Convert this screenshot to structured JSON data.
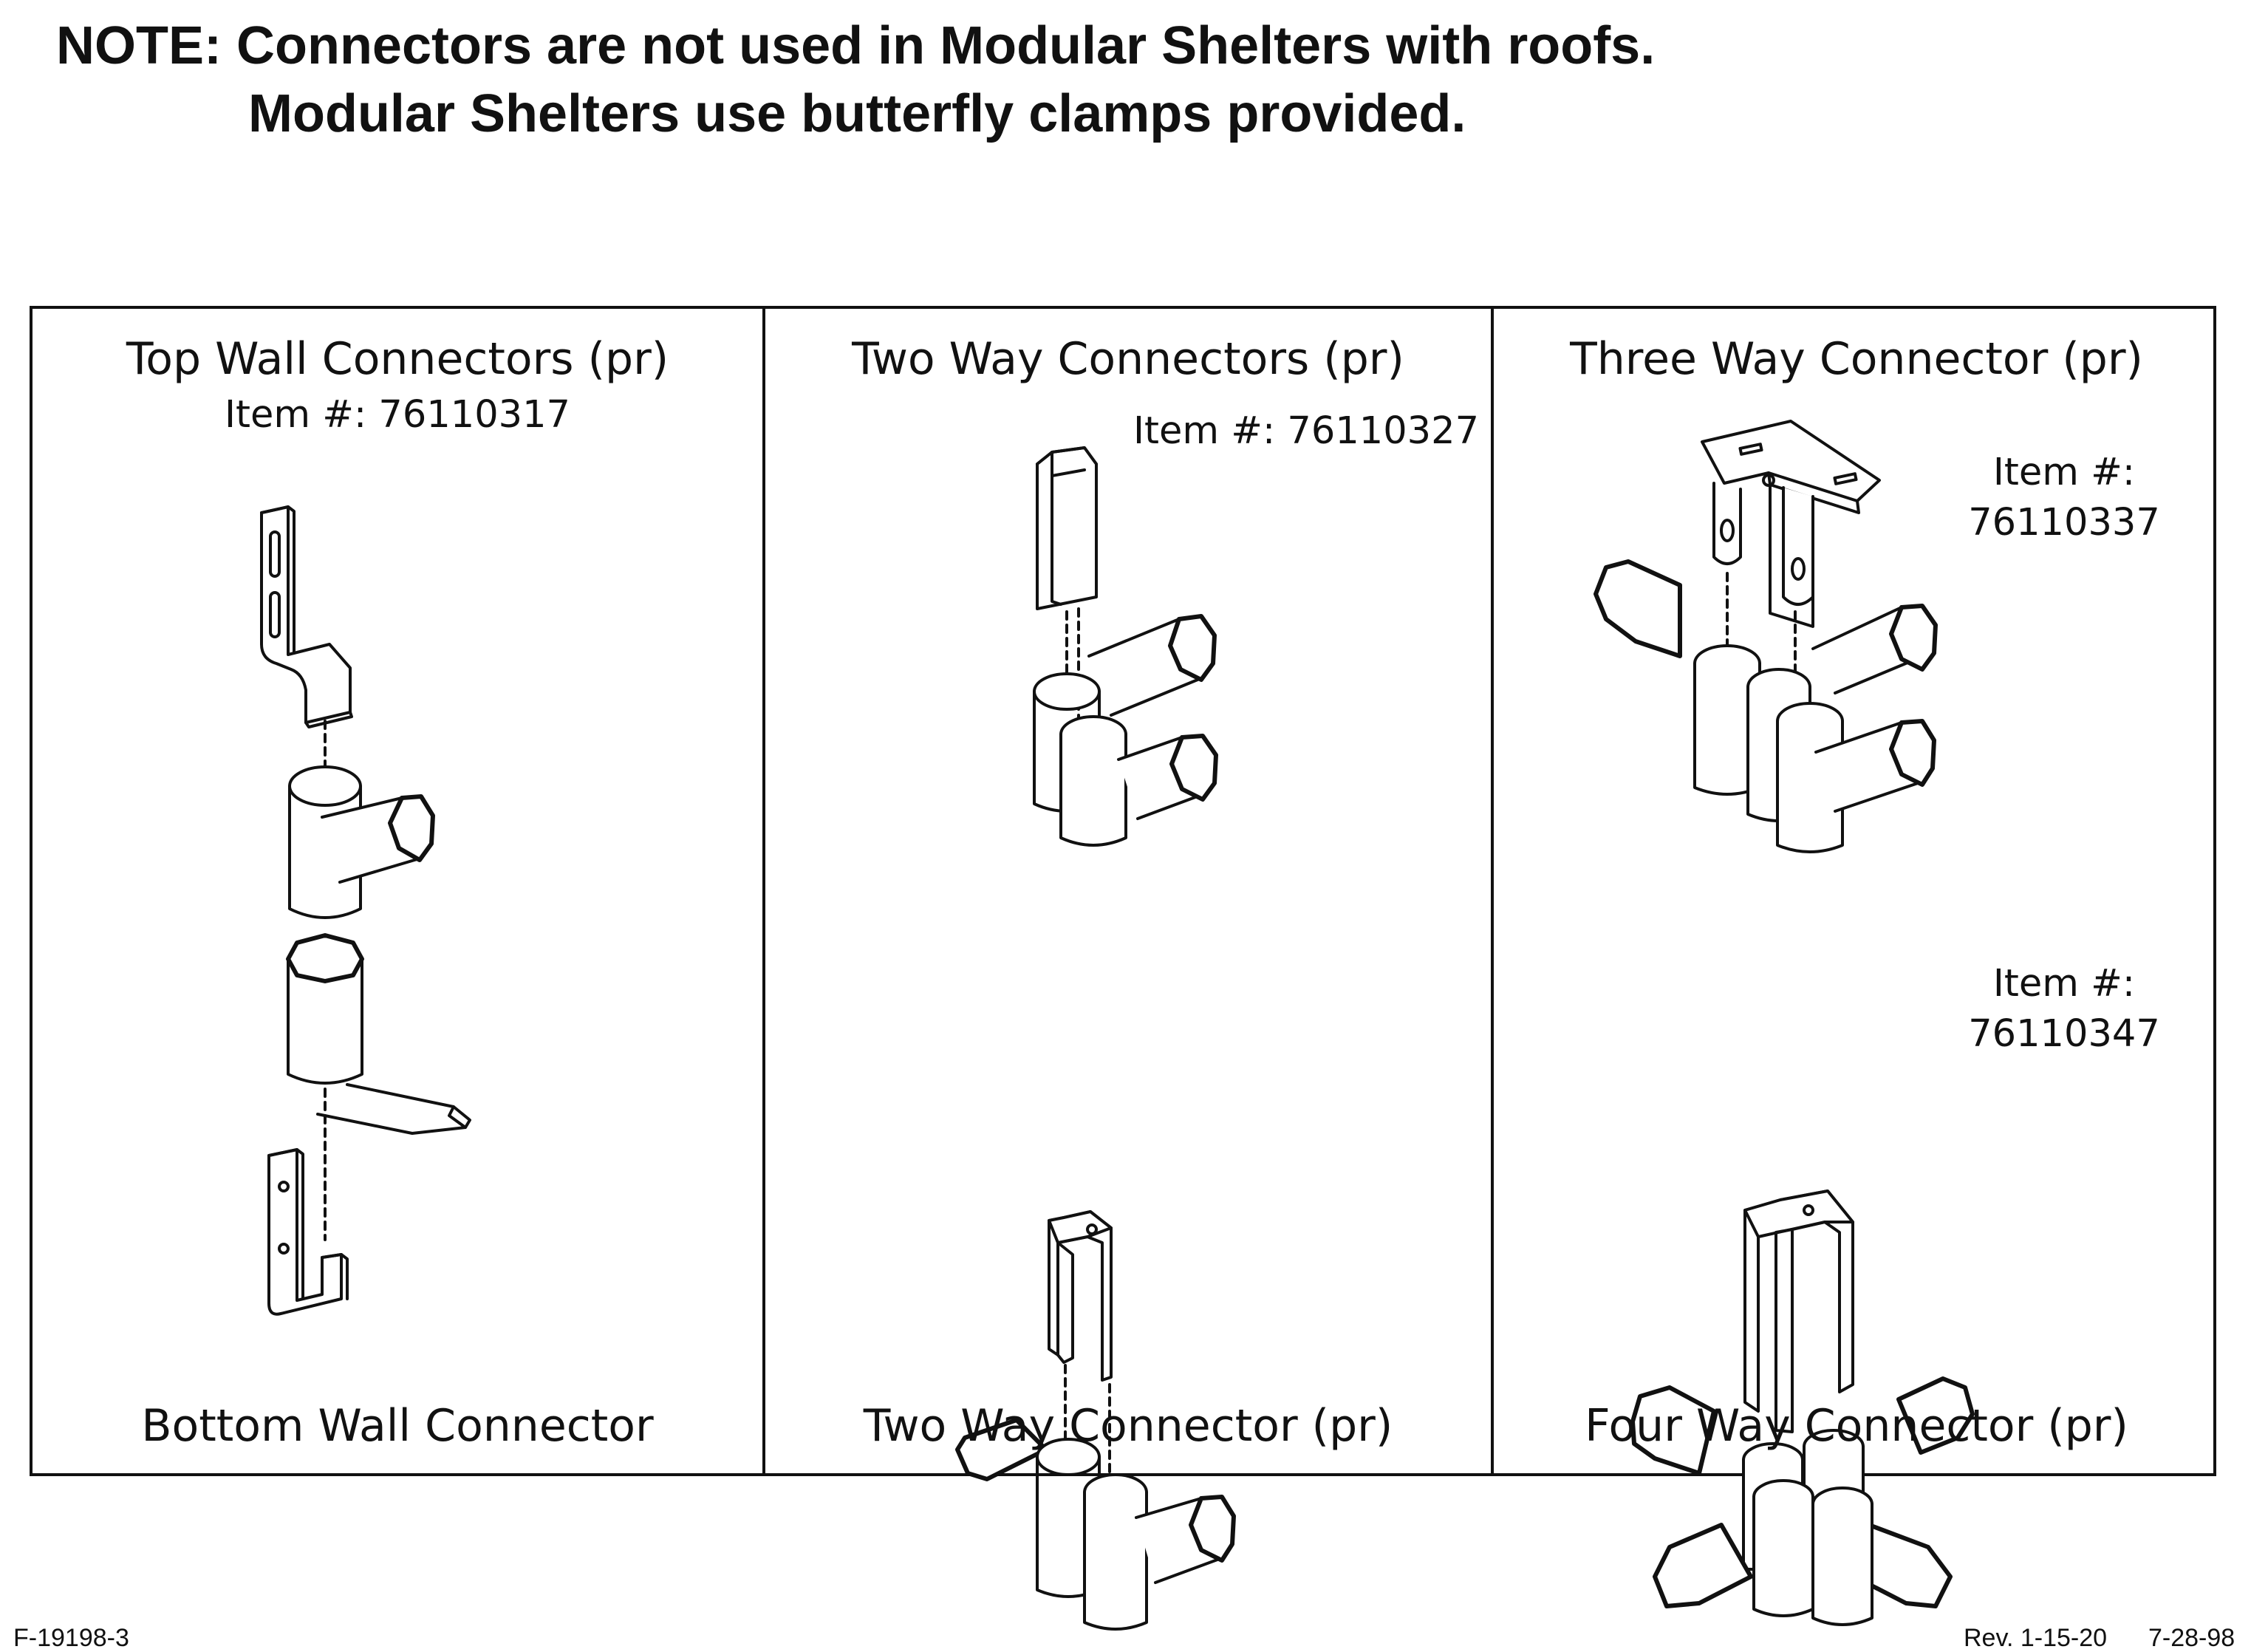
{
  "note": {
    "line1": "NOTE: Connectors are not used in Modular Shelters with roofs.",
    "line2": "Modular Shelters use butterfly clamps provided."
  },
  "panels": [
    {
      "top_title": "Top Wall Connectors (pr)",
      "top_item": "Item #:  76110317",
      "bottom_caption": "Bottom Wall Connector"
    },
    {
      "top_title": "Two Way Connectors (pr)",
      "top_item": "Item #: 76110327",
      "bottom_caption": "Two Way Connector (pr)"
    },
    {
      "top_title": "Three Way Connector (pr)",
      "top_item_label": "Item #:",
      "top_item_number": "76110337",
      "bottom_item_label": "Item #:",
      "bottom_item_number": "76110347",
      "bottom_caption": "Four Way Connector (pr)"
    }
  ],
  "footer": {
    "form_number": "F-19198-3",
    "revision": "Rev. 1-15-20",
    "date": "7-28-98"
  }
}
